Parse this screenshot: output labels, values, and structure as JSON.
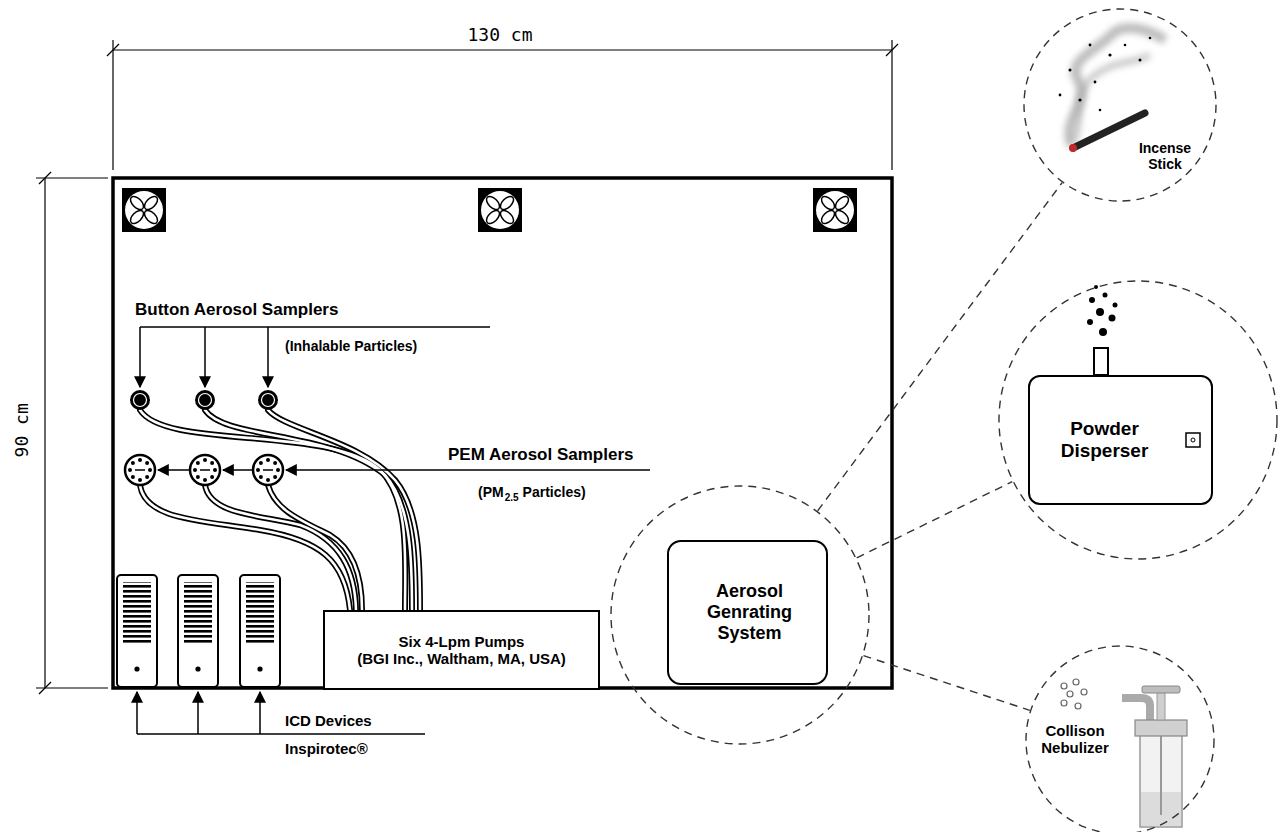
{
  "diagram": {
    "nodes": [
      {
        "text": [
          "Incense Stick"
        ]
      },
      {
        "text": [
          "Powder Disperser"
        ]
      },
      {
        "text": [
          "Six 4-Lpm Pumps",
          "(BGI Inc., Waltham, MA, USA)"
        ]
      },
      {
        "text": [
          "Aerosol Genrating System"
        ]
      },
      {
        "text": [
          "Collison Nebulizer"
        ]
      }
    ],
    "edges": [
      {
        "from": 3,
        "to": 0,
        "arrow": "none"
      },
      {
        "from": 3,
        "to": 1,
        "arrow": "none"
      },
      {
        "from": 3,
        "to": 4,
        "arrow": "none"
      }
    ],
    "labels": [
      "130 cm",
      "90 cm",
      "Button Aerosol Samplers",
      "(Inhalable Particles)",
      "PEM Aerosol Samplers",
      "(PM",
      "2.5",
      "Particles)",
      "ICD Devices",
      "Inspirotec®"
    ]
  }
}
